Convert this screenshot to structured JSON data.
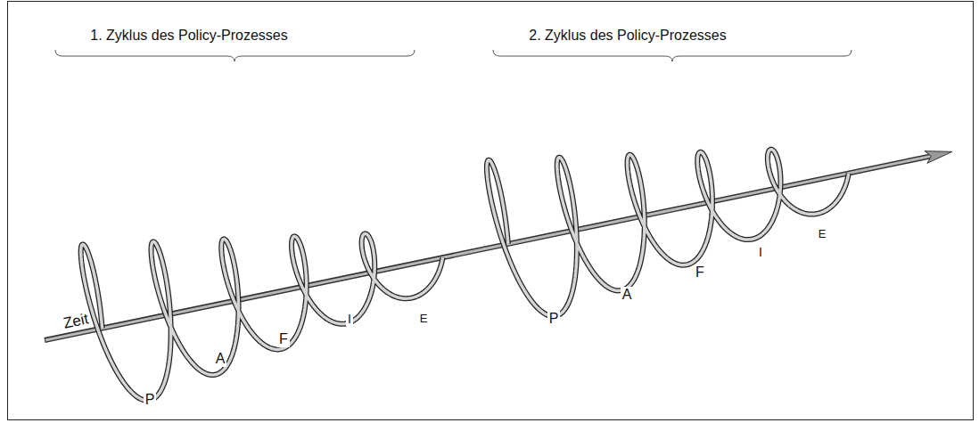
{
  "diagram": {
    "labels": [
      "1. Zyklus des Policy-Prozesses",
      "2. Zyklus des Policy-Prozesses",
      "Zeit",
      "P",
      "A",
      "F",
      "I",
      "E",
      "P",
      "A",
      "F",
      "I",
      "E"
    ]
  }
}
